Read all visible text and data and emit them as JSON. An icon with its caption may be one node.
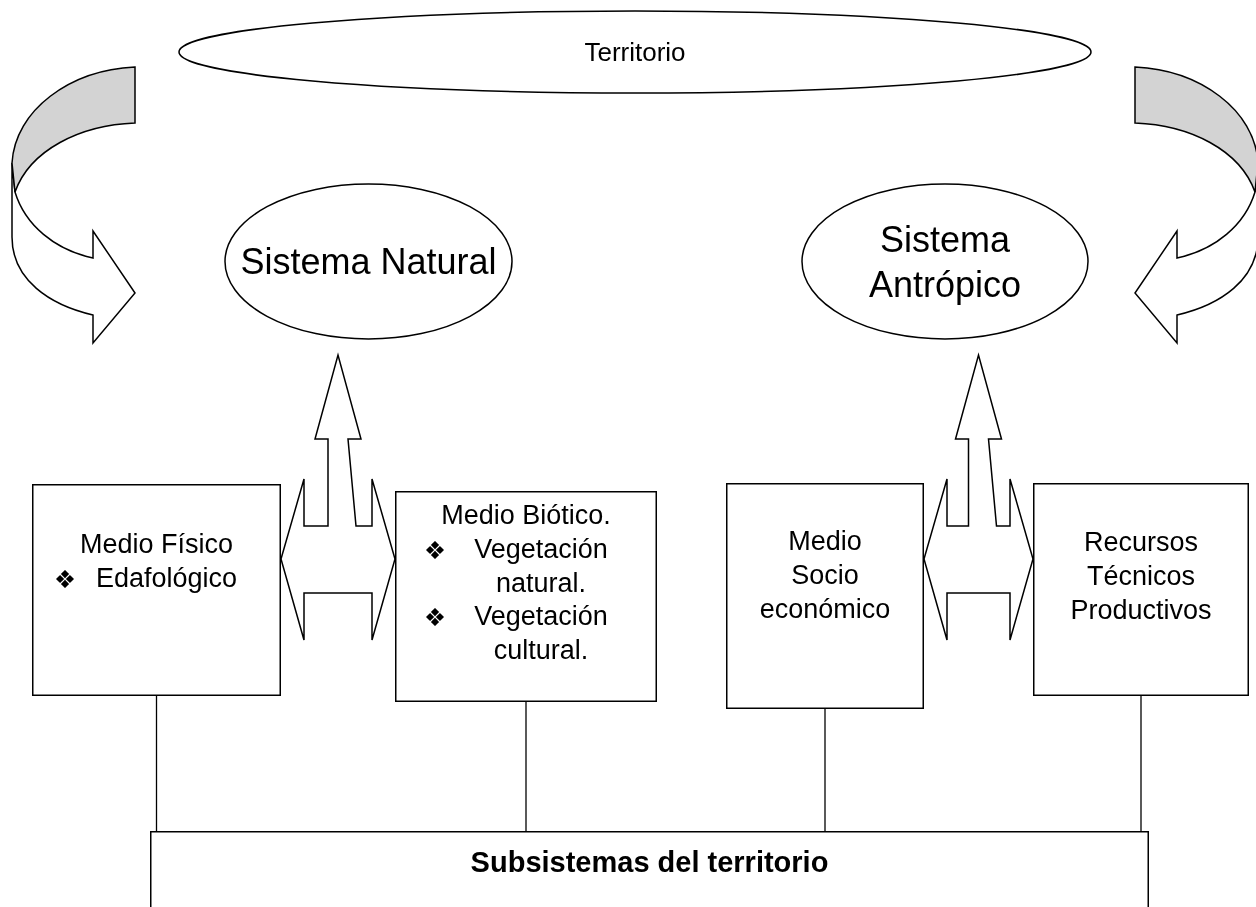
{
  "diagram": {
    "nodes": [
      {
        "text": [
          "Territorio"
        ]
      },
      {
        "text": [
          "Sistema Natural"
        ]
      },
      {
        "text": [
          "Sistema Antrópico"
        ]
      },
      {
        "text": [
          "Medio Físico",
          "Edafológico"
        ]
      },
      {
        "text": [
          "Medio Biótico.",
          "Vegetación natural.",
          "Vegetación cultural."
        ]
      },
      {
        "text": [
          "Medio Socio económico"
        ]
      },
      {
        "text": [
          "Recursos Técnicos Productivos"
        ]
      },
      {
        "text": [
          "Subsistemas del territorio"
        ]
      }
    ],
    "edges": [
      {
        "from": 0,
        "to": 1,
        "arrow": "to"
      },
      {
        "from": 0,
        "to": 2,
        "arrow": "to"
      },
      {
        "from": 3,
        "to": 4,
        "arrow": "both"
      },
      {
        "from": 3,
        "to": 1,
        "arrow": "to"
      },
      {
        "from": 4,
        "to": 1,
        "arrow": "to"
      },
      {
        "from": 5,
        "to": 6,
        "arrow": "both"
      },
      {
        "from": 5,
        "to": 2,
        "arrow": "to"
      },
      {
        "from": 6,
        "to": 2,
        "arrow": "to"
      },
      {
        "from": 3,
        "to": 7,
        "arrow": "none"
      },
      {
        "from": 4,
        "to": 7,
        "arrow": "none"
      },
      {
        "from": 5,
        "to": 7,
        "arrow": "none"
      },
      {
        "from": 6,
        "to": 7,
        "arrow": "none"
      }
    ]
  }
}
